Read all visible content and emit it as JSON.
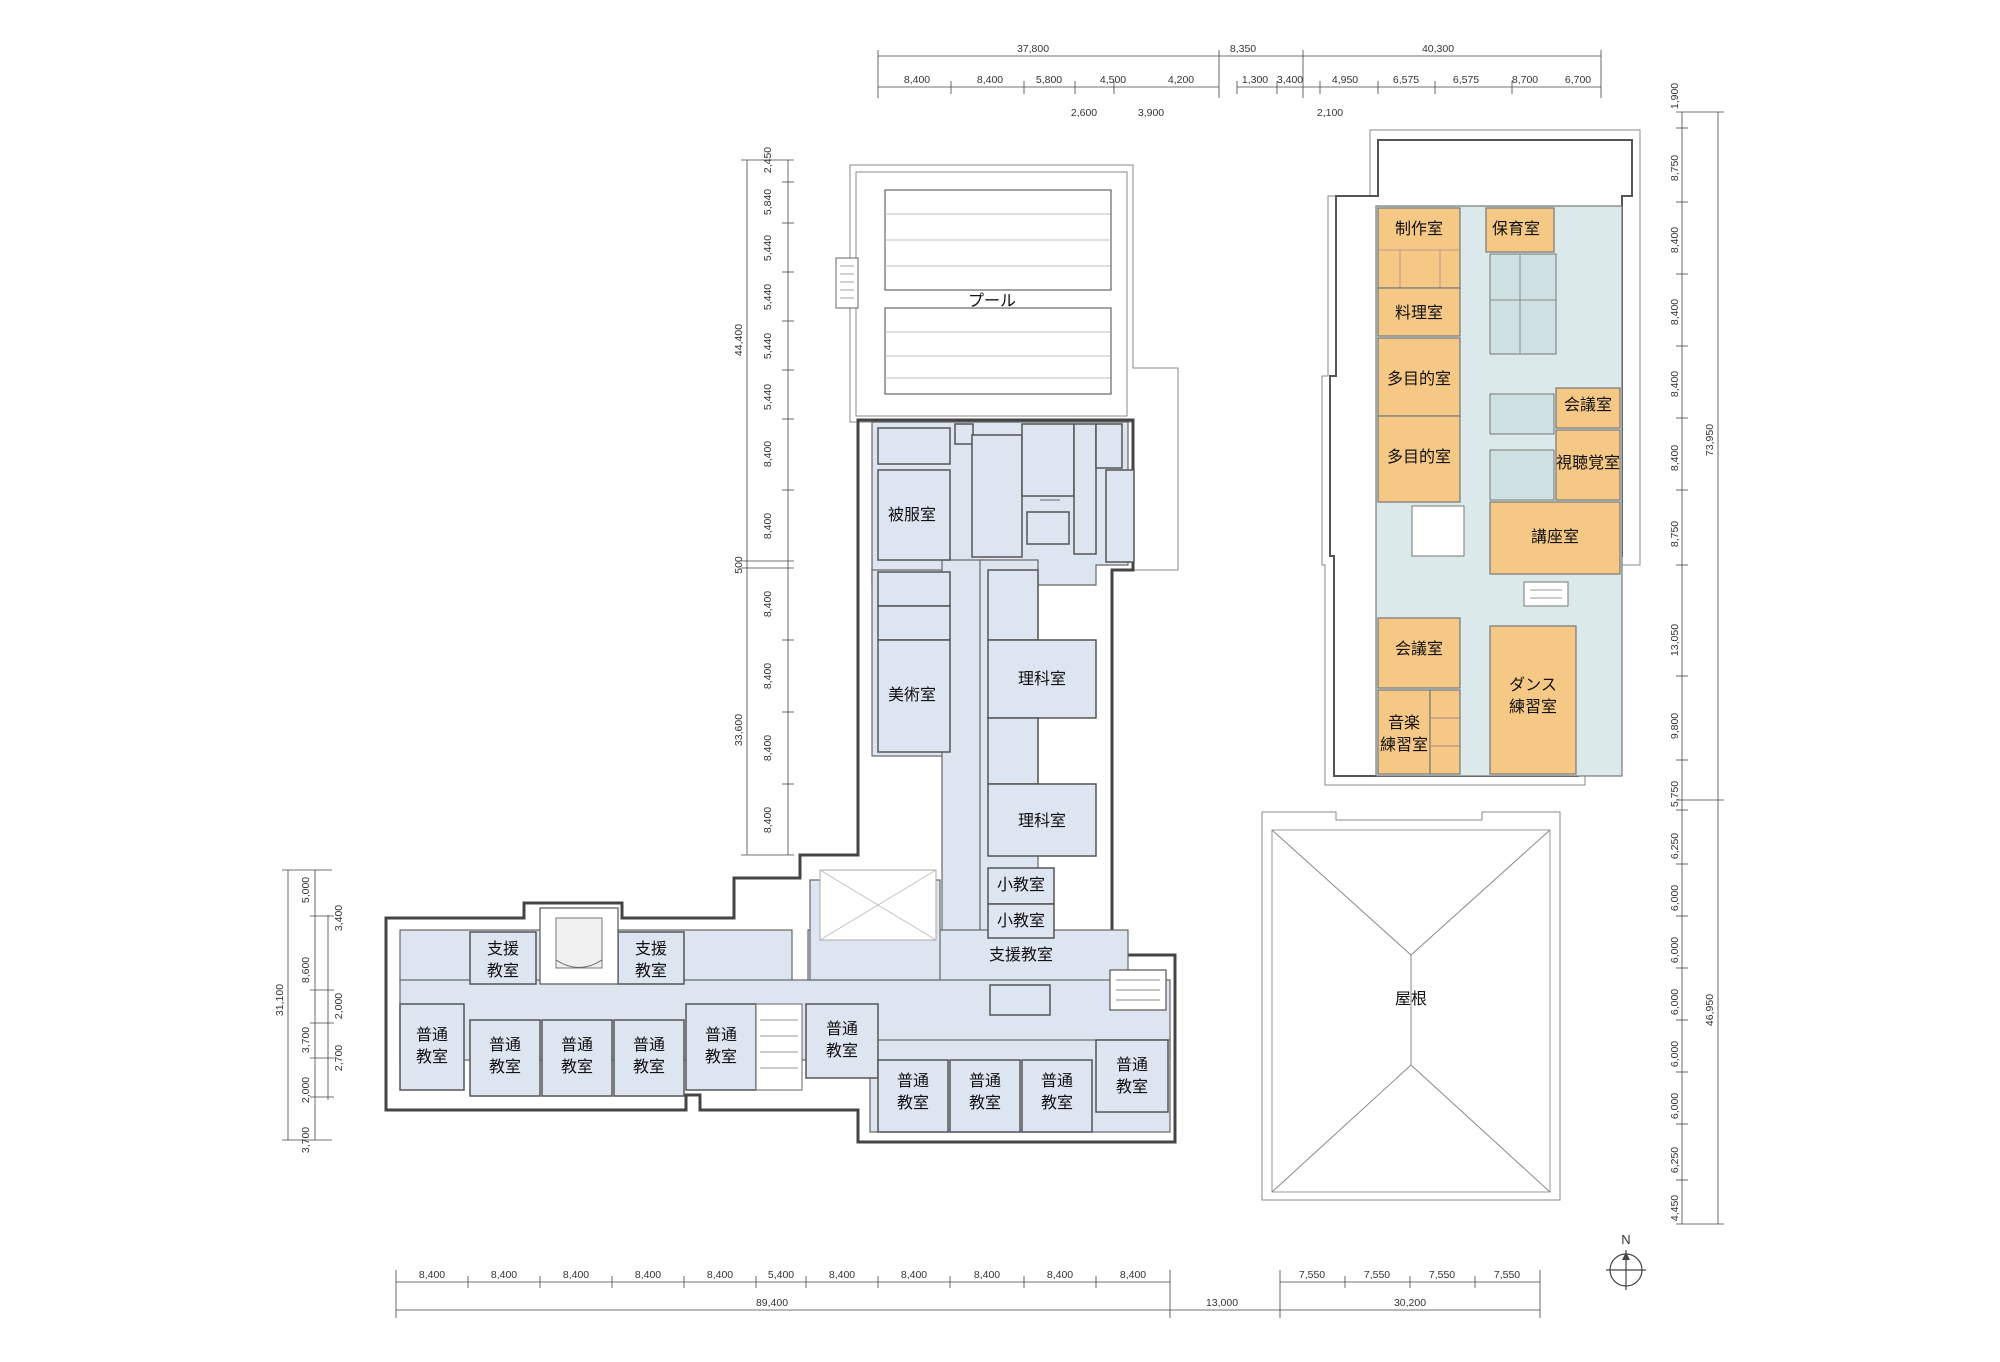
{
  "rooms": {
    "pool": "プール",
    "hifuku": "被服室",
    "bijutsu": "美術室",
    "rika1": "理科室",
    "rika2": "理科室",
    "shokyo1": "小教室",
    "shokyo2": "小教室",
    "shien_long": "支援教室",
    "shien_l1": "支援",
    "shien_l2": "教室",
    "shien_r1": "支援",
    "shien_r2": "教室",
    "futsu1": "普通",
    "futsu2": "教室",
    "seisaku": "制作室",
    "hoiku": "保育室",
    "ryori": "料理室",
    "tamokuteki1": "多目的室",
    "tamokuteki2": "多目的室",
    "kaigi1": "会議室",
    "shicho": "視聴覚室",
    "koza": "講座室",
    "kaigi2": "会議室",
    "dance1": "ダンス",
    "dance2": "練習室",
    "ongaku1": "音楽",
    "ongaku2": "練習室",
    "yane": "屋根",
    "north": "N"
  },
  "dims": {
    "top_overall": [
      "37,800",
      "8,350",
      "40,300"
    ],
    "top_left": [
      "8,400",
      "8,400",
      "5,800",
      "4,500",
      "4,200"
    ],
    "top_left_sub": [
      "2,600",
      "3,900"
    ],
    "top_right": [
      "1,300",
      "3,400",
      "4,950",
      "6,575",
      "6,575",
      "8,700",
      "6,700"
    ],
    "top_right_sub": "2,100",
    "left_col": [
      "2,450",
      "5,840",
      "5,440",
      "5,440",
      "5,440",
      "5,440",
      "8,400",
      "8,400",
      "8,400",
      "8,400",
      "8,400",
      "8,400"
    ],
    "left_total": [
      "44,400",
      "500",
      "33,600"
    ],
    "far_left_outer": [
      "31,100",
      "3,700"
    ],
    "far_left_mid": [
      "5,000",
      "8,600",
      "3,700",
      "2,000"
    ],
    "far_left_inner": [
      "3,400",
      "2,000",
      "2,700"
    ],
    "right_col": [
      "1,900",
      "8,750",
      "8,400",
      "8,400",
      "8,400",
      "8,400",
      "8,750",
      "13,050",
      "9,800",
      "5,750",
      "6,250",
      "6,000",
      "6,000",
      "6,000",
      "6,000",
      "6,000",
      "6,250",
      "4,450"
    ],
    "right_total": [
      "73,950",
      "46,950"
    ],
    "bottom_left": [
      "8,400",
      "8,400",
      "8,400",
      "8,400",
      "8,400",
      "5,400",
      "8,400",
      "8,400",
      "8,400",
      "8,400",
      "8,400"
    ],
    "bottom_right": [
      "7,550",
      "7,550",
      "7,550",
      "7,550"
    ],
    "bottom_total": [
      "89,400",
      "13,000",
      "30,200"
    ]
  }
}
